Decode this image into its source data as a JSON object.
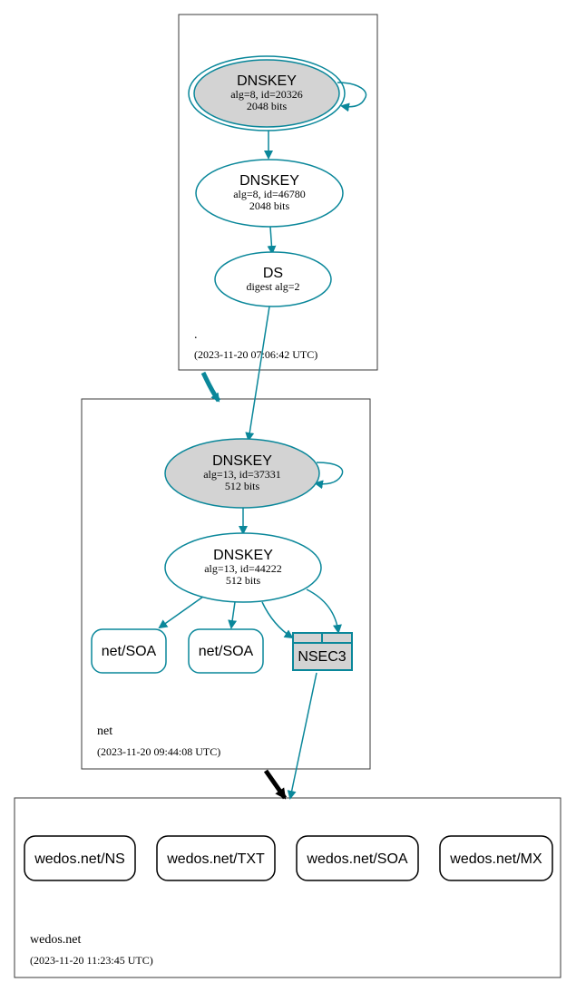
{
  "colors": {
    "edge": "#0a879a",
    "node_fill": "#d3d3d3",
    "zone_border": "#3a3a3a",
    "black": "#000000"
  },
  "zones": {
    "root": {
      "name": ".",
      "timestamp": "(2023-11-20 07:06:42 UTC)"
    },
    "net": {
      "name": "net",
      "timestamp": "(2023-11-20 09:44:08 UTC)"
    },
    "wedos": {
      "name": "wedos.net",
      "timestamp": "(2023-11-20 11:23:45 UTC)"
    }
  },
  "nodes": {
    "root_ksk": {
      "title": "DNSKEY",
      "line1": "alg=8, id=20326",
      "line2": "2048 bits"
    },
    "root_zsk": {
      "title": "DNSKEY",
      "line1": "alg=8, id=46780",
      "line2": "2048 bits"
    },
    "net_ds": {
      "title": "DS",
      "line1": "digest alg=2"
    },
    "net_ksk": {
      "title": "DNSKEY",
      "line1": "alg=13, id=37331",
      "line2": "512 bits"
    },
    "net_zsk": {
      "title": "DNSKEY",
      "line1": "alg=13, id=44222",
      "line2": "512 bits"
    },
    "net_soa_1": {
      "label": "net/SOA"
    },
    "net_soa_2": {
      "label": "net/SOA"
    },
    "nsec3": {
      "label": "NSEC3"
    },
    "wedos_ns": {
      "label": "wedos.net/NS"
    },
    "wedos_txt": {
      "label": "wedos.net/TXT"
    },
    "wedos_soa": {
      "label": "wedos.net/SOA"
    },
    "wedos_mx": {
      "label": "wedos.net/MX"
    }
  }
}
